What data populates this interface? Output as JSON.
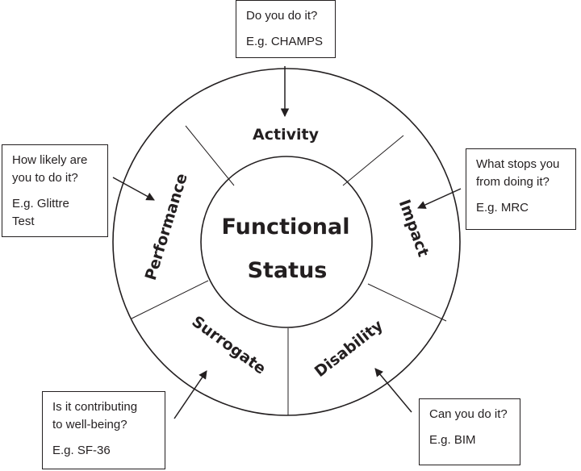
{
  "center": {
    "line1": "Functional",
    "line2": "Status"
  },
  "segments": {
    "activity": "Activity",
    "impact": "Impact",
    "disability": "Disability",
    "surrogate": "Surrogate",
    "performance": "Performance"
  },
  "callouts": {
    "activity": {
      "question": "Do you do it?",
      "example": "E.g. CHAMPS"
    },
    "performance": {
      "question_line1": "How likely are",
      "question_line2": "you to do it?",
      "example_line1": "E.g. Glittre",
      "example_line2": "Test"
    },
    "impact": {
      "question_line1": "What stops you",
      "question_line2": "from doing it?",
      "example": "E.g. MRC"
    },
    "surrogate": {
      "question_line1": "Is it contributing",
      "question_line2": "to well-being?",
      "example": "E.g. SF-36"
    },
    "disability": {
      "question": "Can you do it?",
      "example": "E.g. BIM"
    }
  },
  "colors": {
    "ink": "#231f20",
    "background": "#ffffff"
  }
}
